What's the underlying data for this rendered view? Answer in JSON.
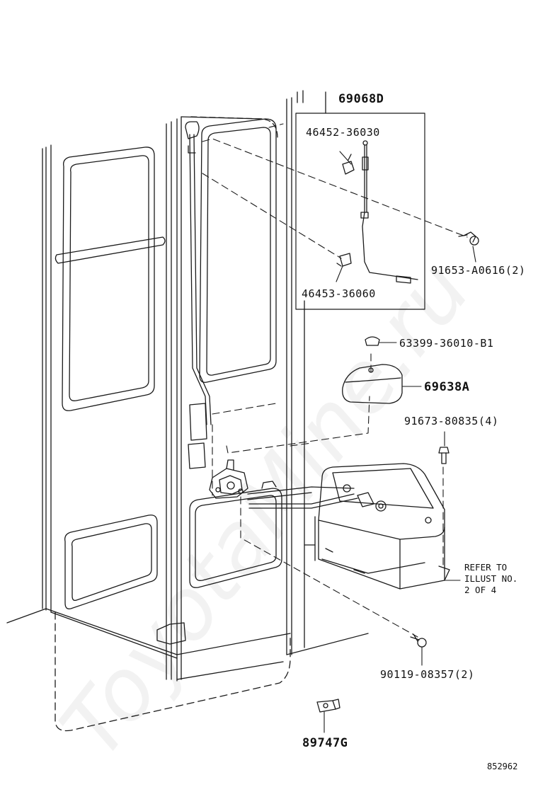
{
  "labels": {
    "p69068D": "69068D",
    "p46452": "46452-36030",
    "p46453": "46453-36060",
    "p91653": "91653-A0616(2)",
    "p63399": "63399-36010-B1",
    "p69638A": "69638A",
    "p91673": "91673-80835(4)",
    "p90119": "90119-08357(2)",
    "p89747G": "89747G"
  },
  "note": "REFER TO\nILLUST NO.\n2 OF 4",
  "figure_number": "852962",
  "watermark": "ToyotaMine.ru"
}
